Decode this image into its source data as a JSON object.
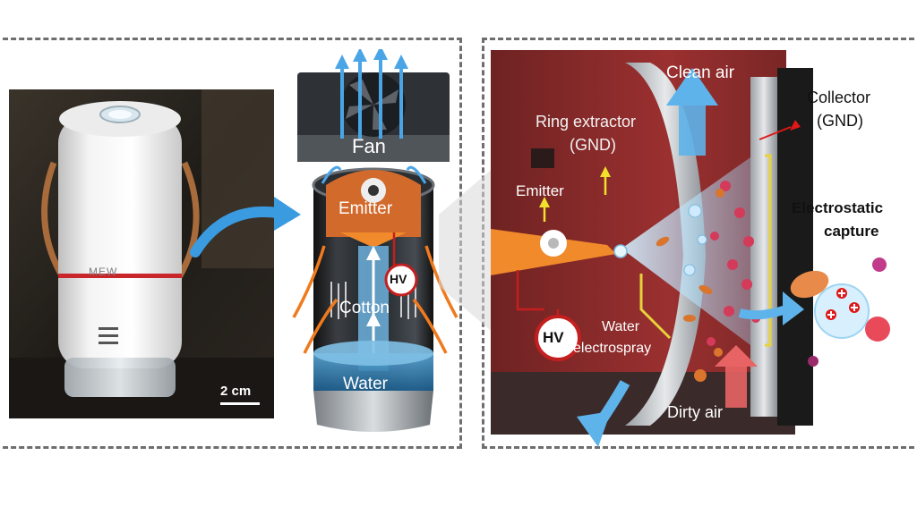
{
  "photo": {
    "device_brand": "MEW",
    "scale_bar_label": "2 cm"
  },
  "schematic": {
    "fan_label": "Fan",
    "emitter_label": "Emitter",
    "hv_label": "HV",
    "cotton_label": "Cotton",
    "water_label": "Water"
  },
  "mechanism": {
    "clean_air_label": "Clean air",
    "collector_label_line1": "Collector",
    "collector_label_line2": "(GND)",
    "ring_extractor_line1": "Ring extractor",
    "ring_extractor_line2": "(GND)",
    "emitter_label": "Emitter",
    "capture_line1": "Electrostatic",
    "capture_line2": "capture",
    "hv_label": "HV",
    "electrospray_line1": "Water",
    "electrospray_line2": "electrospray",
    "dirty_air_label": "Dirty air"
  },
  "colors": {
    "frame": "#6e6e6e",
    "air_flow": "#3a9be0",
    "warm_flow": "#f07a1e",
    "hv_ring": "#c41f1f",
    "chamber": "#8e2b2b",
    "capture_arrow": "#e01818"
  }
}
